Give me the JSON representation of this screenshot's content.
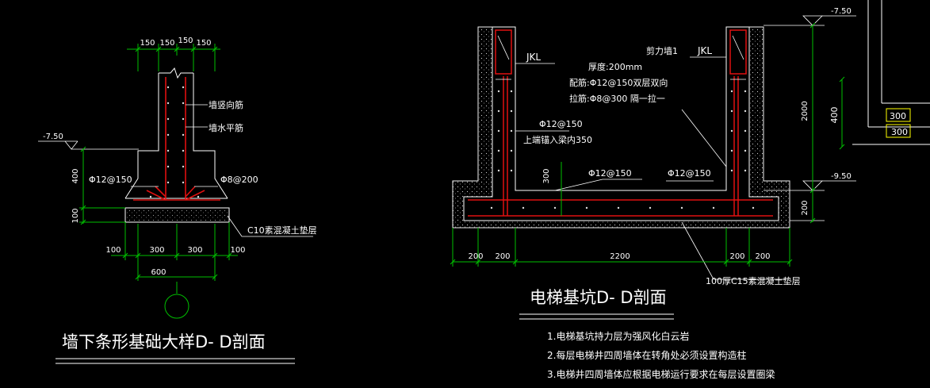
{
  "colors": {
    "background": "#000000",
    "dim_green": "#00c000",
    "dim_text": "#ffffff",
    "rebar_red": "#e01010",
    "outline_white": "#ffffff",
    "note_text": "#ffffff",
    "highlight_yellow": "#ffff00"
  },
  "left": {
    "dims_top": [
      "150",
      "150",
      "150",
      "150"
    ],
    "elev": "-7.50",
    "dim_400": "400",
    "dim_100": "100",
    "rebar_left": "Φ12@150",
    "rebar_right": "Φ8@200",
    "label_vertical": "墙竖向筋",
    "label_horizontal": "墙水平筋",
    "label_cushion": "C10素混凝土垫层",
    "dims_bottom": [
      "100",
      "300",
      "300",
      "100"
    ],
    "dim_total": "600",
    "title": "墙下条形基础大样D- D剖面"
  },
  "right": {
    "jkl_left": "JKL",
    "jkl_right": "JKL",
    "wall_title": "剪力墙1",
    "wall_thickness": "厚度:200mm",
    "wall_rebar": "配筋:Φ12@150双层双向",
    "wall_tie": "拉筋:Φ8@300  隔一拉一",
    "mid_rebar": "Φ12@150",
    "mid_note": "上端锚入梁内350",
    "dim_300": "300",
    "slab_rebar_1": "Φ12@150",
    "slab_rebar_2": "Φ12@150",
    "elev_top": "-7.50",
    "elev_bottom": "-9.50",
    "dim_2000": "2000",
    "dim_200v": "200",
    "dims_bottom": [
      "200",
      "200",
      "2200",
      "200",
      "200"
    ],
    "cushion": "100厚C15素混凝土垫层",
    "title": "电梯基坑D- D剖面",
    "notes": [
      "1.电梯基坑持力层为强风化白云岩",
      "2.每层电梯井四周墙体在转角处必须设置构造柱",
      "3.电梯井四周墙体应根据电梯运行要求在每层设置圈梁"
    ]
  },
  "far_right": {
    "dim_400": "400",
    "dim_300a": "300",
    "dim_300b": "300"
  }
}
